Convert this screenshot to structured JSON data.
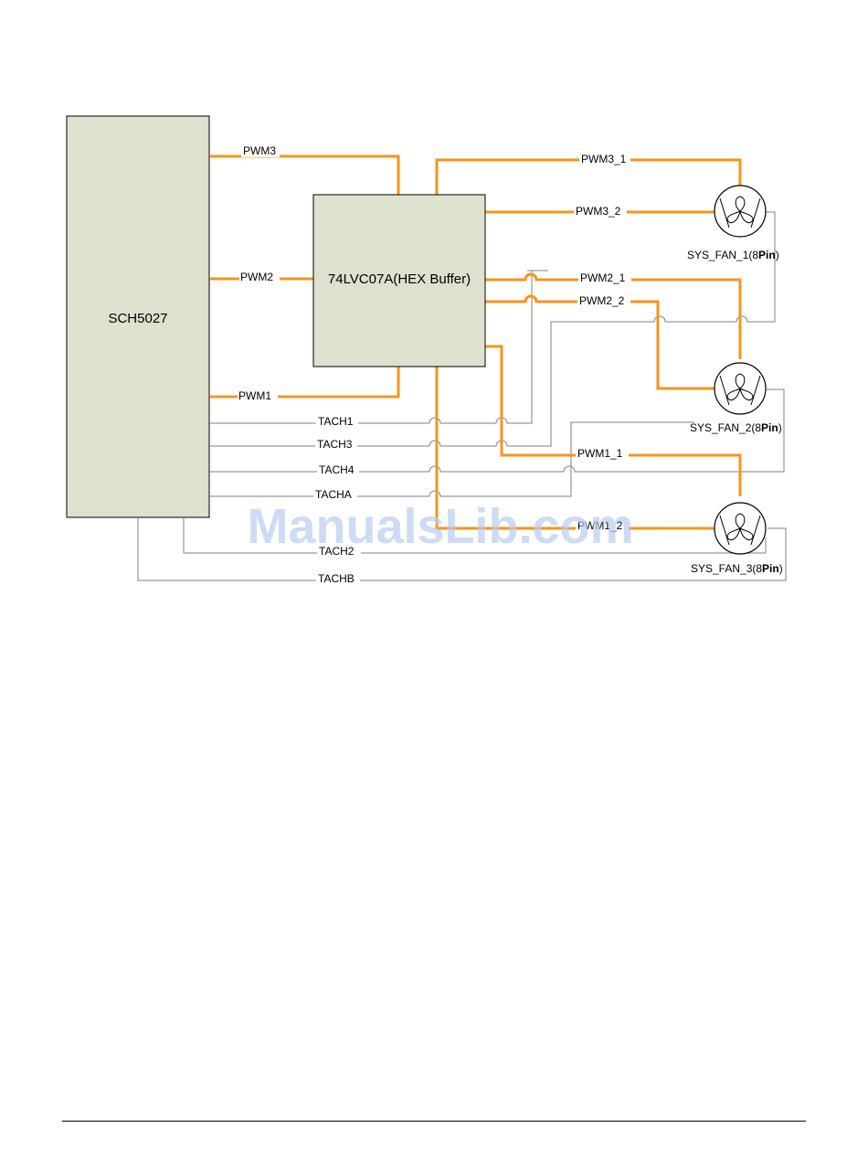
{
  "chips": {
    "controller": "SCH5027",
    "buffer_part": "74LVC07A",
    "buffer_desc": "(HEX Buffer)"
  },
  "fans": [
    {
      "name": "SYS_FAN_1",
      "pins_open": "(8",
      "pins_bold": "Pin",
      "pins_close": ")"
    },
    {
      "name": "SYS_FAN_2",
      "pins_open": "(8",
      "pins_bold": "Pin",
      "pins_close": ")"
    },
    {
      "name": "SYS_FAN_3",
      "pins_open": "(8",
      "pins_bold": "Pin",
      "pins_close": ")"
    }
  ],
  "signals": {
    "pwm3": "PWM3",
    "pwm2": "PWM2",
    "pwm1": "PWM1",
    "pwm3_1": "PWM3_1",
    "pwm3_2": "PWM3_2",
    "pwm2_1": "PWM2_1",
    "pwm2_2": "PWM2_2",
    "pwm1_1": "PWM1_1",
    "pwm1_2": "PWM1_2",
    "tach1": "TACH1",
    "tach3": "TACH3",
    "tach4": "TACH4",
    "tacha": "TACHA",
    "tach2": "TACH2",
    "tachb": "TACHB"
  },
  "watermark": "ManualsLib.com",
  "colors": {
    "pwm_wire": "#f7941d",
    "tach_wire": "#808080",
    "chip_fill": "#dde2cf"
  }
}
